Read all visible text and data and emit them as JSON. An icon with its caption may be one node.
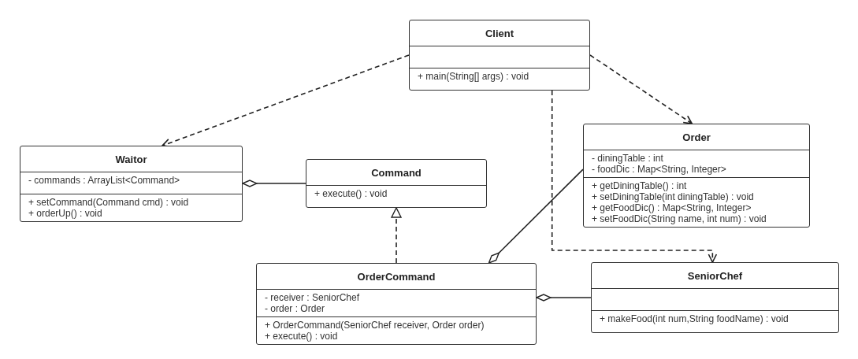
{
  "diagram": {
    "nodes": [
      {
        "text": [
          "Client",
          "+ main(String[] args) : void"
        ]
      },
      {
        "text": [
          "Waitor",
          "- commands :  ArrayList<Command>",
          "+ setCommand(Command cmd) : void",
          "+ orderUp() : void"
        ]
      },
      {
        "text": [
          "Command",
          "+ execute() : void"
        ]
      },
      {
        "text": [
          "Order",
          "- diningTable : int",
          "- foodDic :   Map<String, Integer>",
          "+ getDiningTable() : int",
          "+ setDiningTable(int diningTable) : void",
          "+ getFoodDic() : Map<String, Integer>",
          "+ setFoodDic(String name, int num) : void"
        ]
      },
      {
        "text": [
          "OrderCommand",
          "- receiver : SeniorChef",
          "- order : Order",
          "+ OrderCommand(SeniorChef receiver, Order order)",
          "+ execute() : void"
        ]
      },
      {
        "text": [
          "SeniorChef",
          "+ makeFood(int num,String foodName) : void"
        ]
      }
    ],
    "edges": [
      {
        "from": 0,
        "to": 1,
        "arrow": "to",
        "style": "dashed"
      },
      {
        "from": 0,
        "to": 3,
        "arrow": "to",
        "style": "dashed"
      },
      {
        "from": 0,
        "to": 5,
        "arrow": "to",
        "style": "dashed"
      },
      {
        "from": 4,
        "to": 2,
        "arrow": "to",
        "style": "dashed"
      },
      {
        "from": 1,
        "to": 2,
        "arrow": "other"
      },
      {
        "from": 4,
        "to": 3,
        "arrow": "other"
      },
      {
        "from": 4,
        "to": 5,
        "arrow": "other"
      }
    ]
  }
}
